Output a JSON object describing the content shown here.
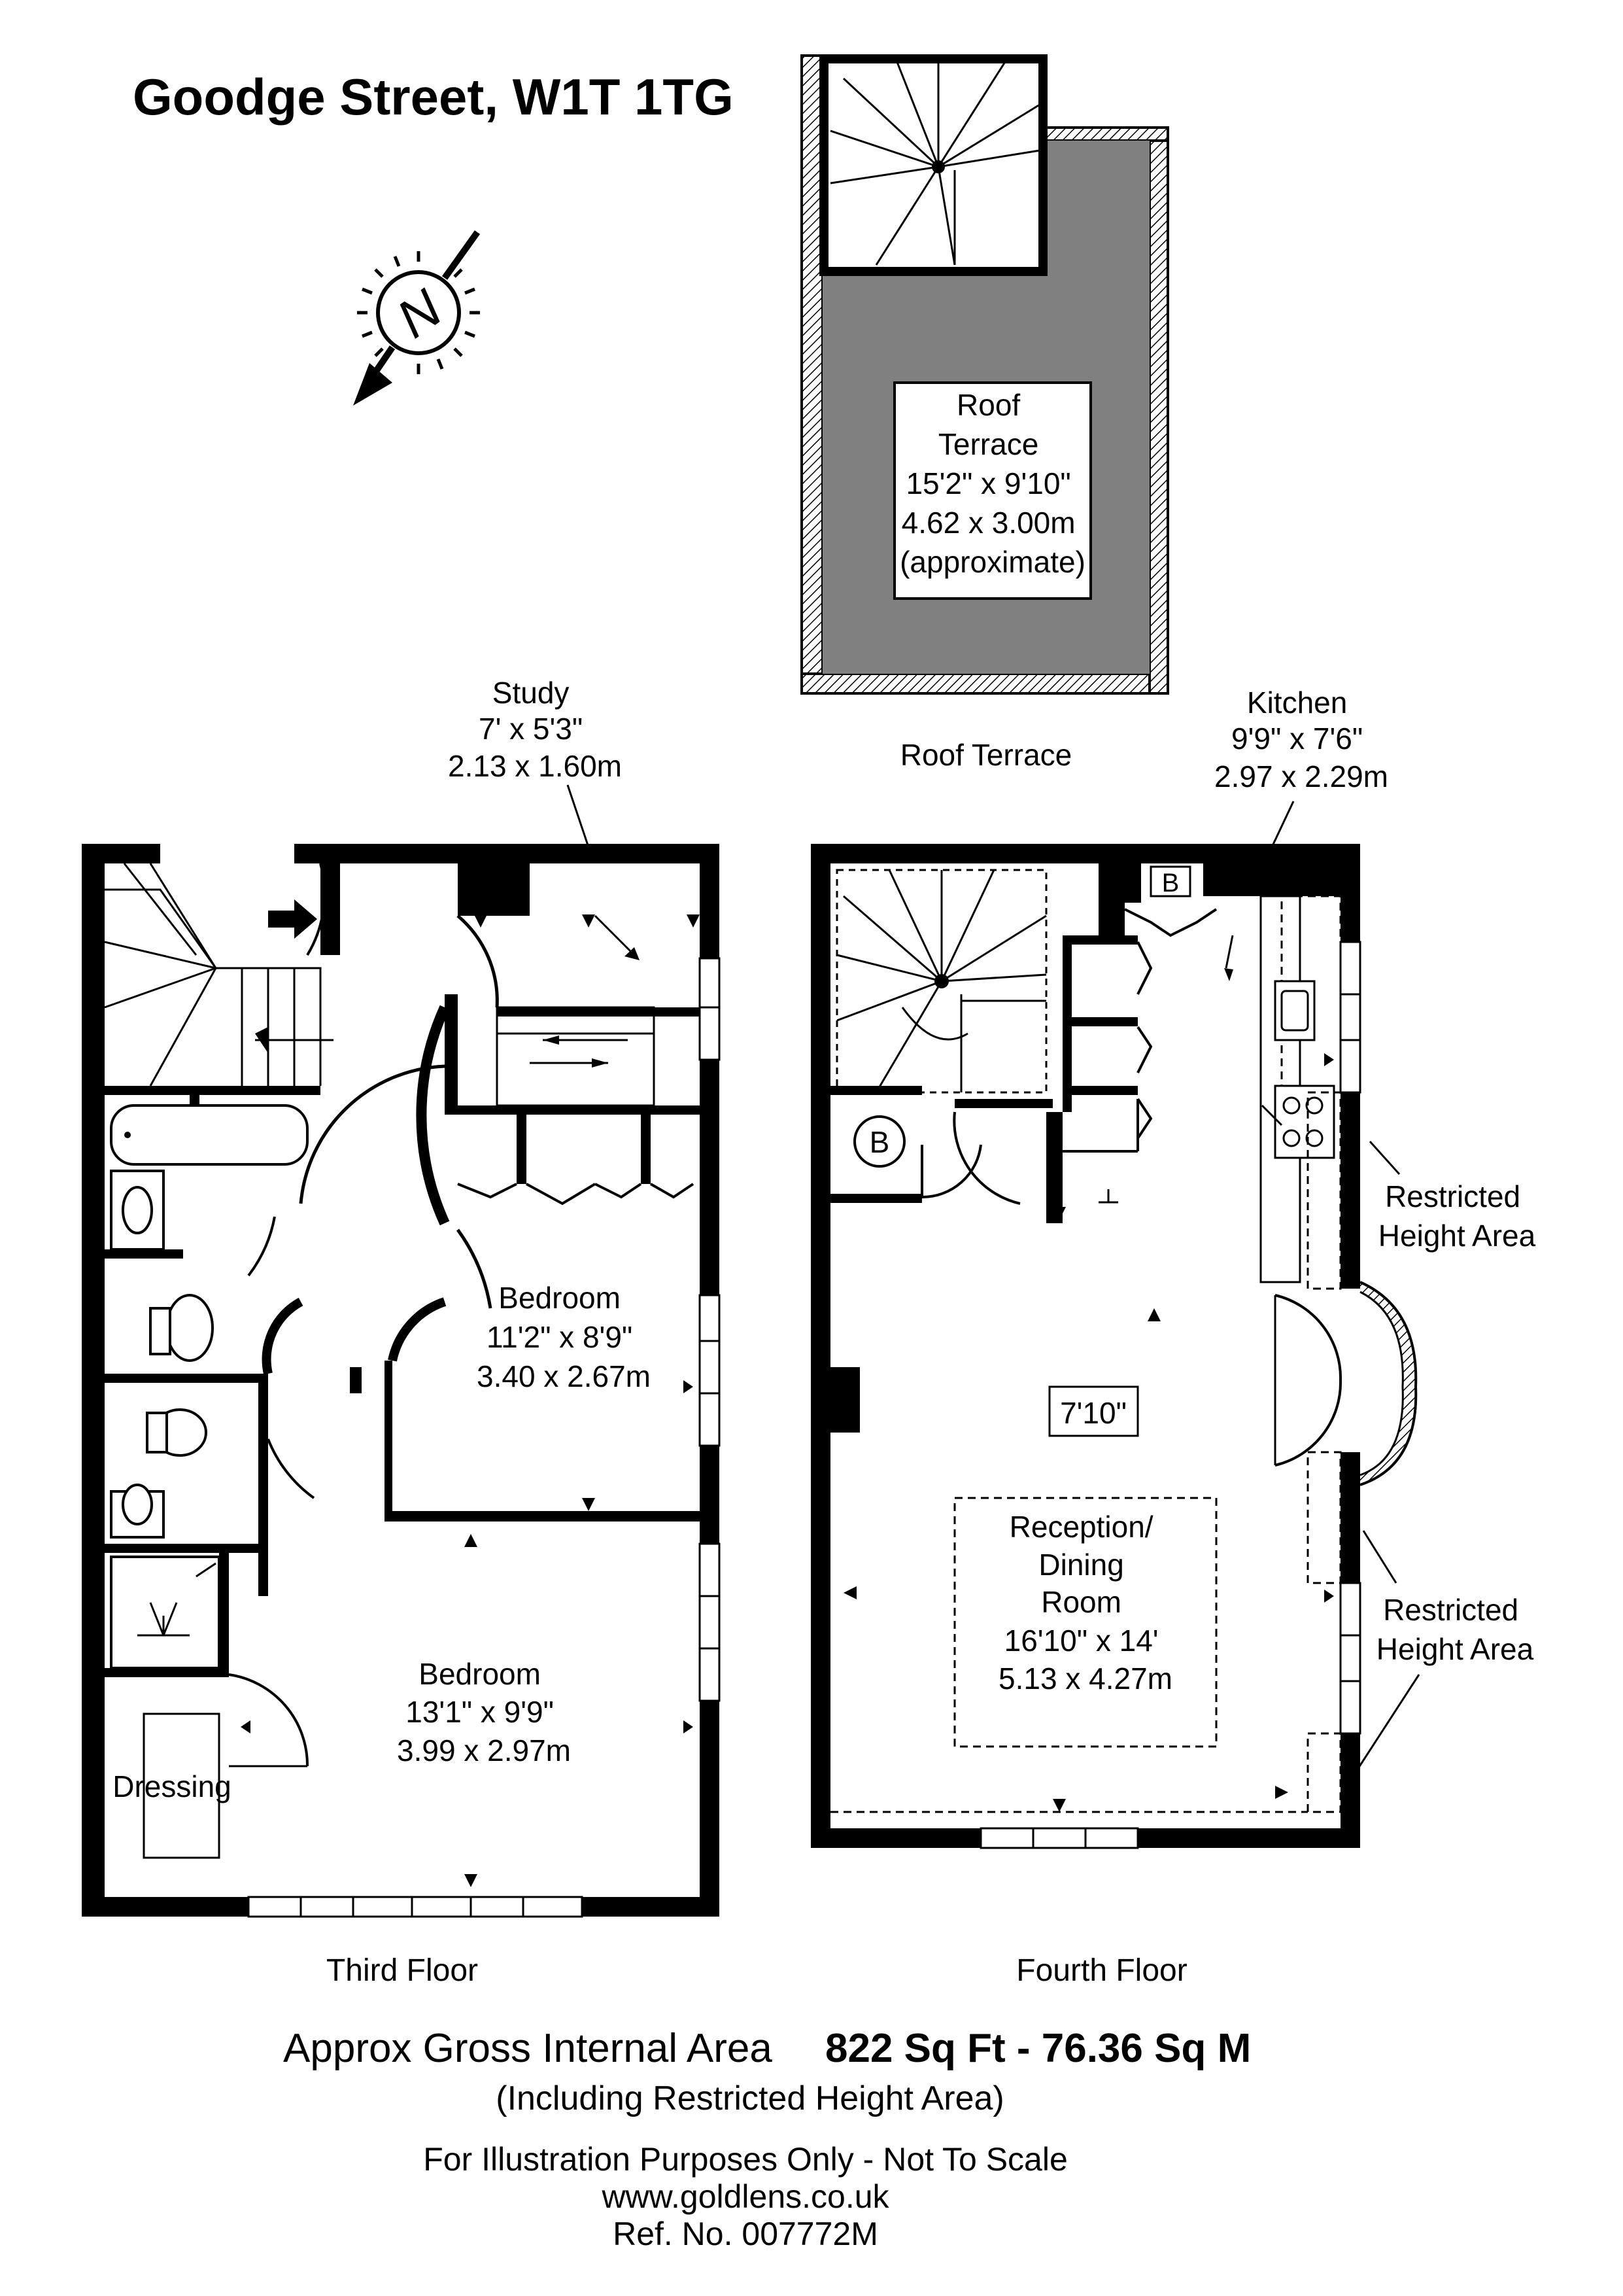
{
  "header": {
    "title": "Goodge Street, W1T 1TG"
  },
  "compass": {
    "letter": "N"
  },
  "roof": {
    "terrace_box": [
      "Roof",
      "Terrace",
      "15'2\" x 9'10\"",
      "4.62 x 3.00m",
      "(approximate)"
    ],
    "terrace_label": "Roof Terrace"
  },
  "third_floor": {
    "name": "Third Floor",
    "study": [
      "Study",
      "7' x 5'3\"",
      "2.13 x 1.60m"
    ],
    "bedroom1": [
      "Bedroom",
      "11'2\" x 8'9\"",
      "3.40 x 2.67m"
    ],
    "bedroom2": [
      "Bedroom",
      "13'1\" x 9'9\"",
      "3.99 x 2.97m"
    ],
    "dressing": "Dressing"
  },
  "fourth_floor": {
    "name": "Fourth Floor",
    "kitchen": [
      "Kitchen",
      "9'9\" x 7'6\"",
      "2.97 x 2.29m"
    ],
    "reception": [
      "Reception/",
      "Dining",
      "Room",
      "16'10\" x 14'",
      "5.13 x 4.27m"
    ],
    "ceiling_height": "7'10\"",
    "restricted1": [
      "Restricted",
      "Height Area"
    ],
    "restricted2": [
      "Restricted",
      "Height Area"
    ],
    "boiler1": "B",
    "boiler2": "B"
  },
  "footer": {
    "area_label": "Approx Gross Internal Area",
    "area_value": "822 Sq Ft  - 76.36 Sq M",
    "area_note": "(Including Restricted Height Area)",
    "disclaimer": "For Illustration Purposes Only - Not To Scale",
    "website": "www.goldlens.co.uk",
    "reference": "Ref. No. 007772M"
  }
}
